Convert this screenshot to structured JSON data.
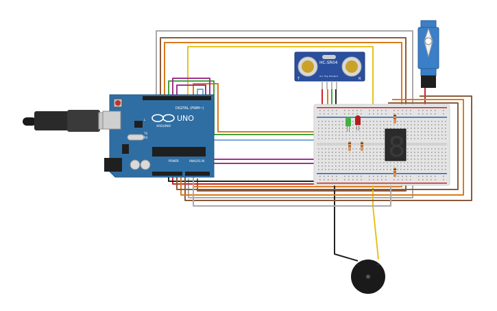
{
  "board": {
    "logo_text": "UNO",
    "brand_text": "ARDUINO",
    "digital_label": "DIGITAL (PWM~)",
    "power_label": "POWER",
    "analog_label": "ANALOG IN",
    "tx_label": "TX",
    "rx_label": "RX",
    "l_label": "L"
  },
  "sensor": {
    "model_label": "HC-SR04",
    "pin_labels": [
      "Vcc",
      "Trig",
      "Echo",
      "Gnd"
    ],
    "side_left": "T",
    "side_right": "R"
  },
  "display": {
    "digit": "8"
  },
  "buzzer": {
    "minus_label": "−",
    "plus_label": "+"
  },
  "colors": {
    "board": "#2f6ea3",
    "wire_gray": "#9e9e9e",
    "wire_orange": "#d97a1c",
    "wire_brown": "#8a5a3a",
    "wire_red": "#cc2222",
    "wire_yellow": "#e6c21e",
    "wire_green": "#3fa33f",
    "wire_purple": "#a0308f",
    "wire_blue": "#7aa7d6",
    "wire_black": "#222222"
  }
}
